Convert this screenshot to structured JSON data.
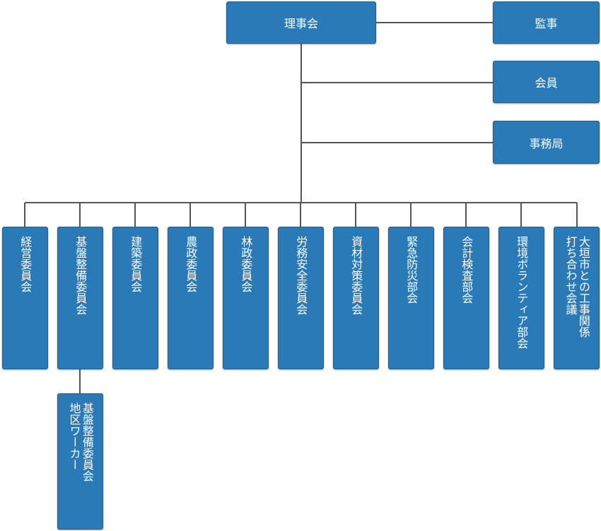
{
  "board": "理事会",
  "auditor": "監事",
  "members": "会員",
  "secretariat": "事務局",
  "committees": [
    "経営委員会",
    "基盤整備委員会",
    "建築委員会",
    "農政委員会",
    "林政委員会",
    "労務安全委員会",
    "資材対策委員会",
    "緊急防災部会",
    "会計検査部会",
    "環境ボランティア部会",
    "大垣市との工事関係\n打ち合わせ会議"
  ],
  "sub_unit": "基盤整備委員会\n地区ワーカー",
  "colors": {
    "box": "#2a7ab8",
    "border": "#1d5f92",
    "line": "#555555"
  }
}
